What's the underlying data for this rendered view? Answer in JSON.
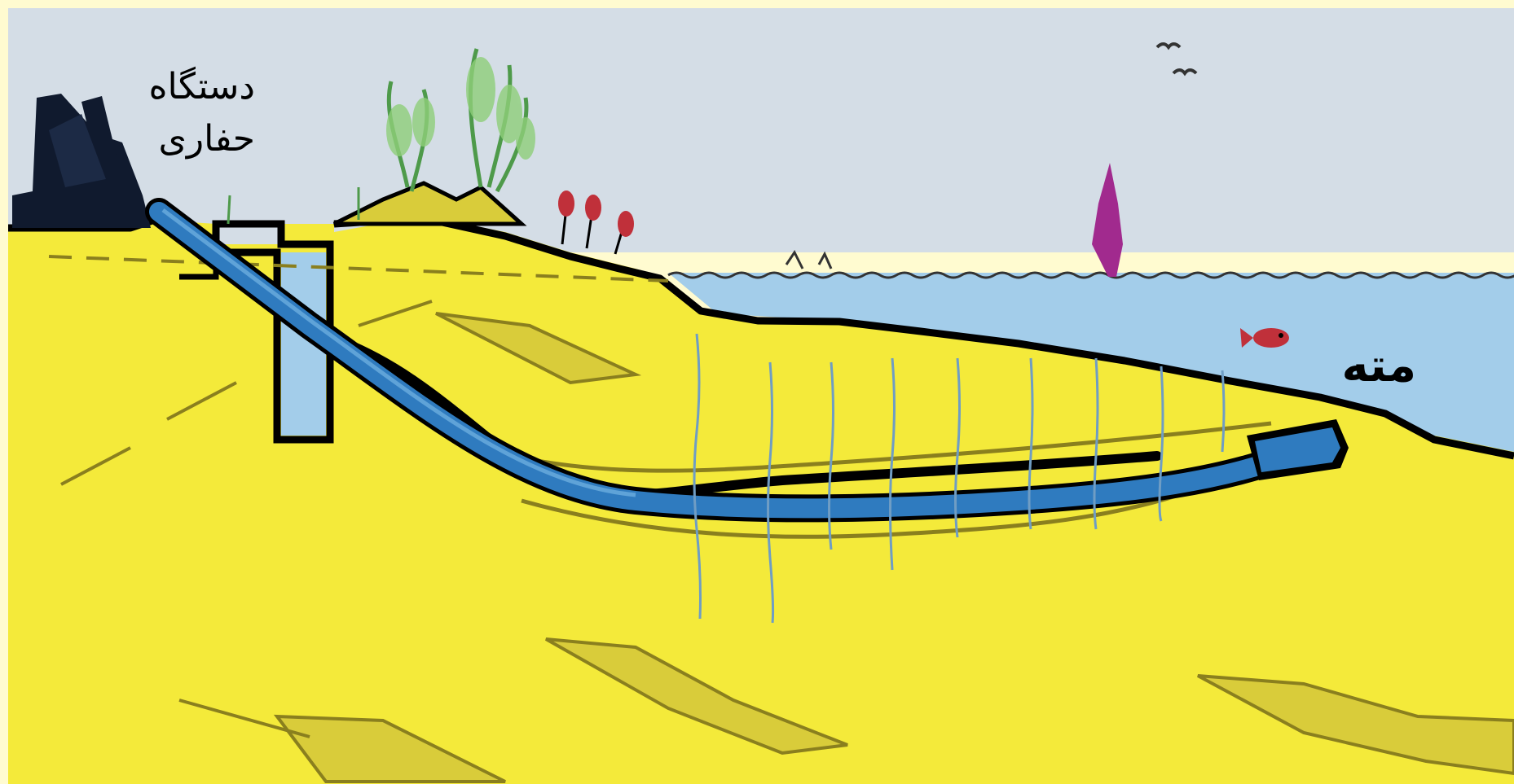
{
  "labels": {
    "drilling_rig_line1": "دستگاه",
    "drilling_rig_line2": "حفاری",
    "drill_bit": "مته"
  },
  "colors": {
    "sky": "#d4dde6",
    "soil": "#f4ea3a",
    "soil_lens": "#d9cc3a",
    "water": "#a3cdea",
    "pipe": "#2f7bbf",
    "outline": "#000000",
    "frame": "#fffbd0",
    "vegetation": "#4e9a4a",
    "flowers": "#c0303a",
    "buoy": "#a12a8e"
  }
}
